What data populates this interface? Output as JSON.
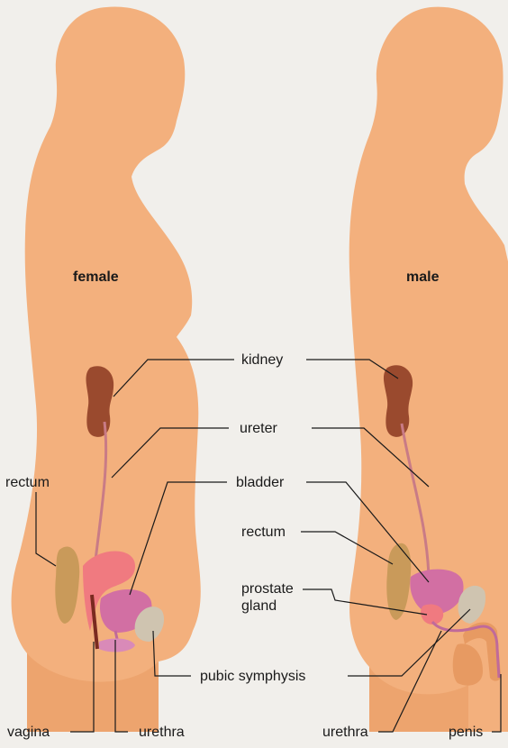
{
  "figure": {
    "colors": {
      "background": "#f1efeb",
      "skin": "#f3b07d",
      "skin_shadow": "#e79a62",
      "kidney": "#9a4a2e",
      "ureter": "#c97b86",
      "bladder": "#d26fa3",
      "uterus": "#f07a80",
      "rectum": "#c99a5a",
      "bone": "#cfc4b0",
      "leader_line": "#1a1a1a"
    },
    "labels": {
      "female": "female",
      "male": "male",
      "kidney": "kidney",
      "ureter": "ureter",
      "rectum_left": "rectum",
      "bladder": "bladder",
      "rectum_center": "rectum",
      "prostate_gland": "prostate\ngland",
      "pubic_symphysis": "pubic symphysis",
      "vagina": "vagina",
      "urethra_left": "urethra",
      "urethra_right": "urethra",
      "penis": "penis"
    }
  }
}
